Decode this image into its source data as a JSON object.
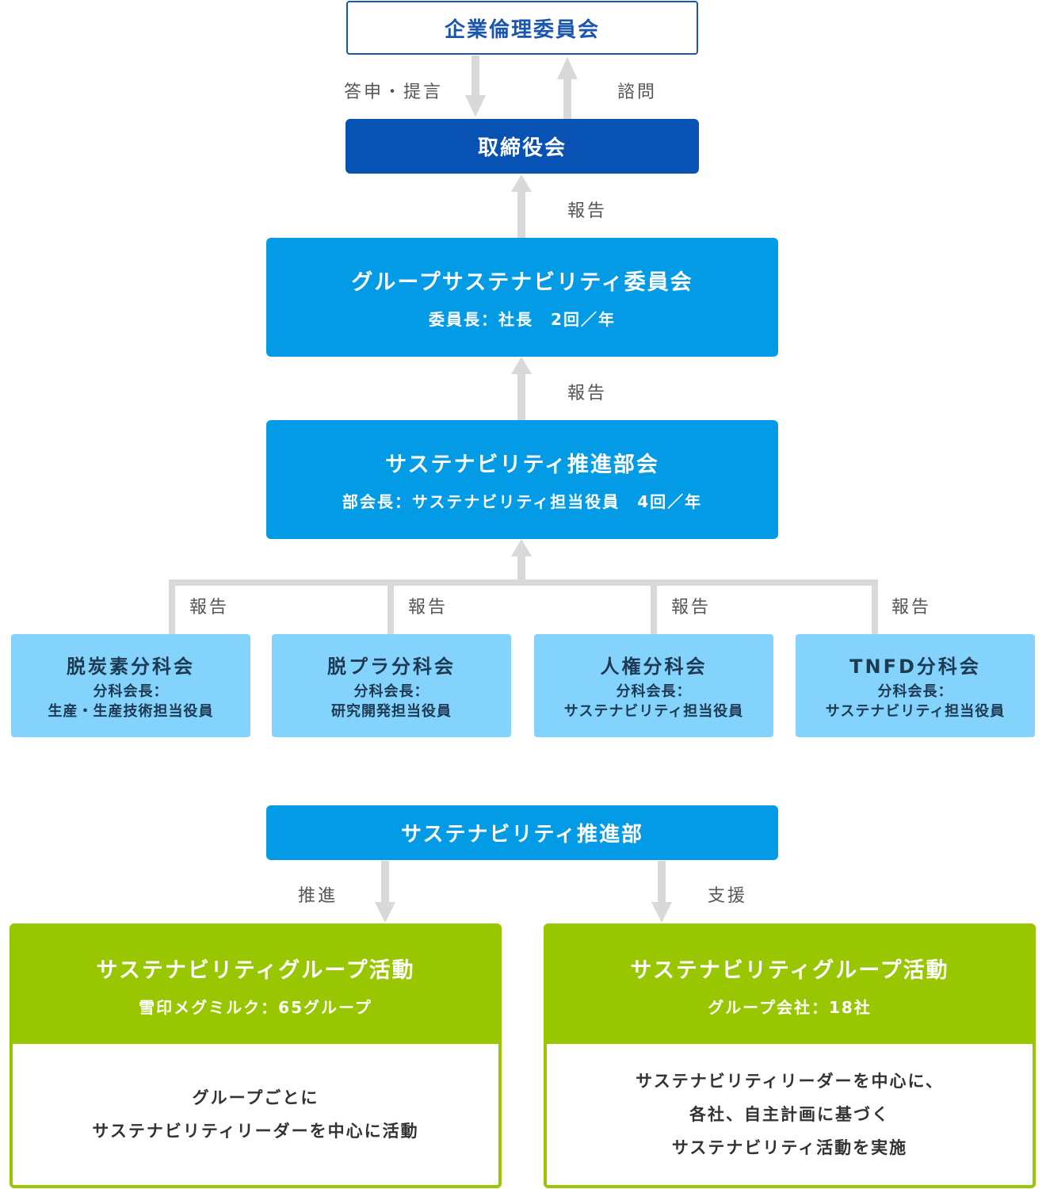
{
  "ethics": {
    "title": "企業倫理委員会"
  },
  "board": {
    "title": "取締役会"
  },
  "labels": {
    "answer": "答申・提言",
    "consult": "諮問",
    "report": "報告",
    "promote": "推進",
    "support": "支援"
  },
  "group_committee": {
    "title": "グループサステナビリティ委員会",
    "subtitle": "委員長：社長　2回／年"
  },
  "promotion_meeting": {
    "title": "サステナビリティ推進部会",
    "subtitle": "部会長：サステナビリティ担当役員　4回／年"
  },
  "subcommittees": [
    {
      "title": "脱炭素分科会",
      "line1": "分科会長：",
      "line2": "生産・生産技術担当役員"
    },
    {
      "title": "脱プラ分科会",
      "line1": "分科会長：",
      "line2": "研究開発担当役員"
    },
    {
      "title": "人権分科会",
      "line1": "分科会長：",
      "line2": "サステナビリティ担当役員"
    },
    {
      "title": "TNFD分科会",
      "line1": "分科会長：",
      "line2": "サステナビリティ担当役員"
    }
  ],
  "promotion_dept": {
    "title": "サステナビリティ推進部"
  },
  "activities": [
    {
      "title": "サステナビリティグループ活動",
      "subtitle": "雪印メグミルク：65グループ",
      "body": [
        "グループごとに",
        "サステナビリティリーダーを中心に活動"
      ]
    },
    {
      "title": "サステナビリティグループ活動",
      "subtitle": "グループ会社：18社",
      "body": [
        "サステナビリティリーダーを中心に、",
        "各社、自主計画に基づく",
        "サステナビリティ活動を実施"
      ]
    }
  ],
  "colors": {
    "navy": "#0852b3",
    "blue": "#039be5",
    "light_blue": "#84d3fc",
    "green": "#98c600",
    "connector": "#d9d9d9"
  }
}
